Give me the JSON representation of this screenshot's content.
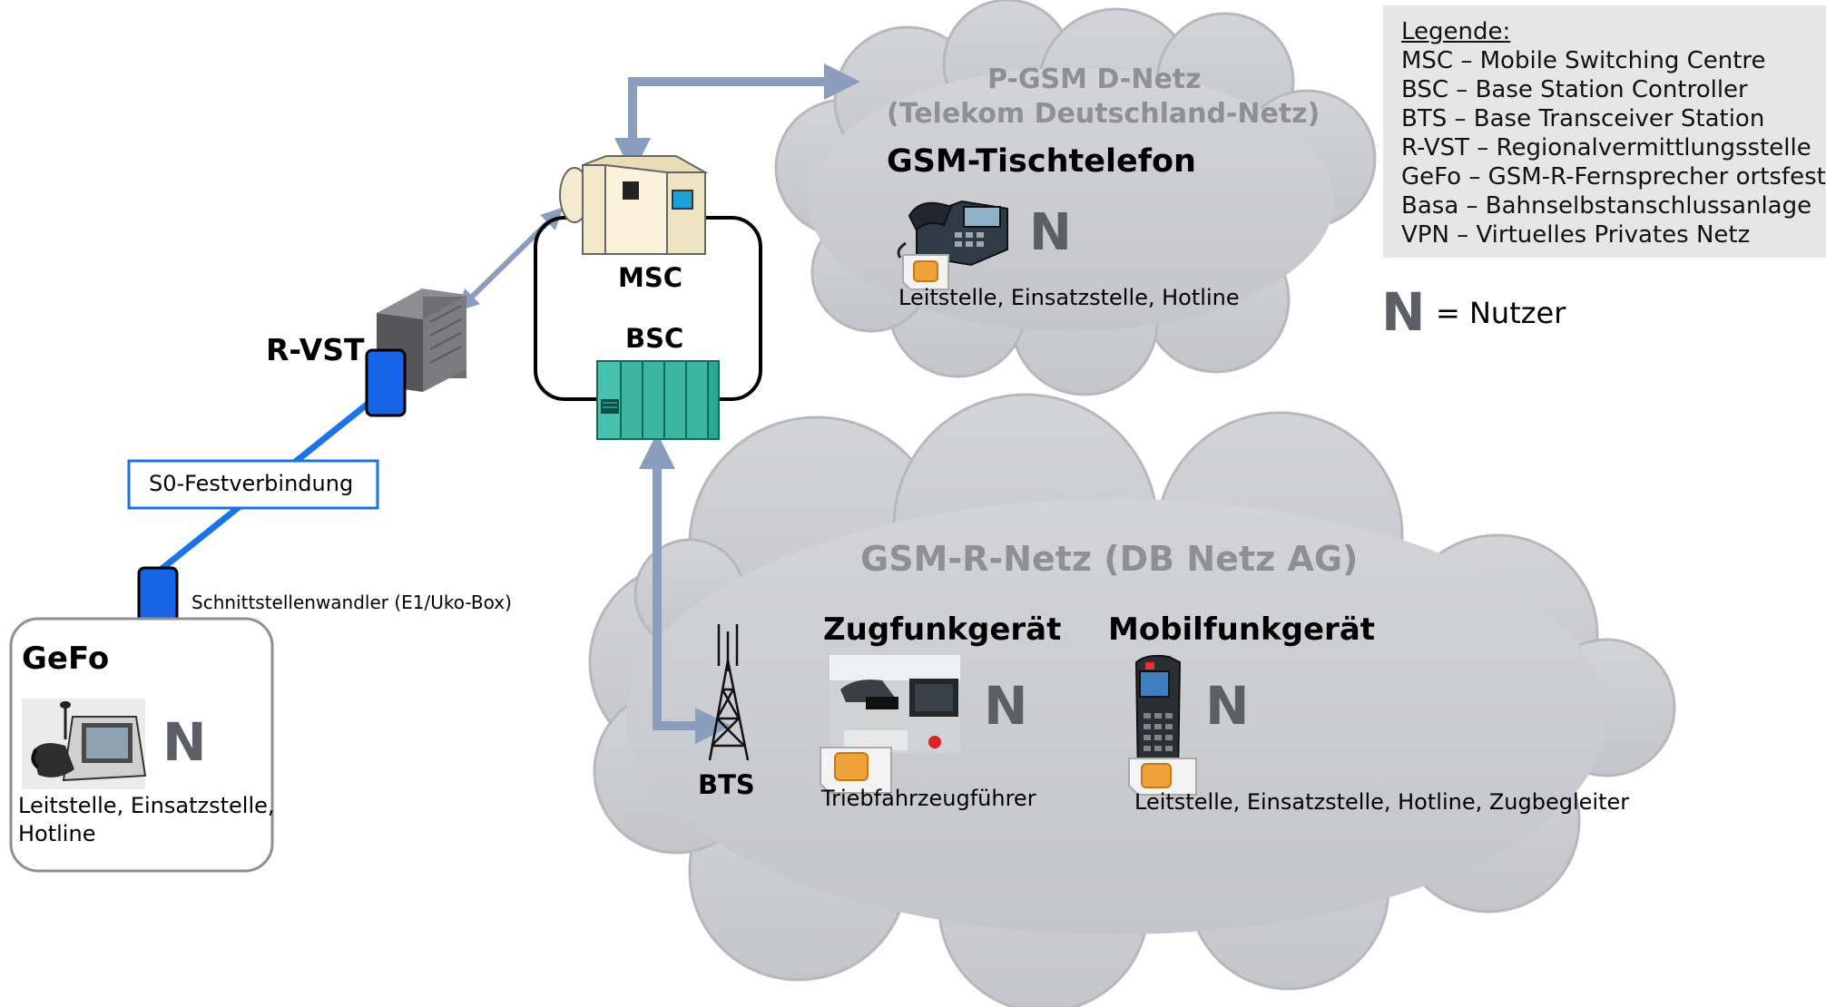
{
  "legend": {
    "heading": "Legende:",
    "items": [
      "MSC – Mobile Switching Centre",
      "BSC – Base Station Controller",
      "BTS – Base Transceiver Station",
      "R-VST – Regionalvermittlungsstelle",
      "GeFo – GSM-R-Fernsprecher ortsfest",
      "Basa – Bahnselbstanschlussanlage",
      "VPN – Virtuelles Privates Netz"
    ],
    "user_symbol": "N",
    "user_meaning": "= Nutzer"
  },
  "pgsm": {
    "title_line1": "P-GSM D-Netz",
    "title_line2": "(Telekom Deutschland-Netz)",
    "device_title": "GSM-Tischtelefon",
    "user_symbol": "N",
    "users": "Leitstelle, Einsatzstelle, Hotline"
  },
  "core": {
    "msc_label": "MSC",
    "bsc_label": "BSC",
    "rvst_label": "R-VST",
    "link_label": "S0-Festverbindung",
    "converter_label": "Schnittstellenwandler (E1/Uko-Box)"
  },
  "gefo": {
    "title": "GeFo",
    "user_symbol": "N",
    "users_line1": "Leitstelle, Einsatzstelle,",
    "users_line2": "Hotline"
  },
  "gsmr": {
    "title": "GSM-R-Netz (DB Netz AG)",
    "bts_label": "BTS",
    "train_radio_title": "Zugfunkgerät",
    "train_radio_symbol": "N",
    "train_radio_users": "Triebfahrzeugführer",
    "mobile_title": "Mobilfunkgerät",
    "mobile_symbol": "N",
    "mobile_users": "Leitstelle, Einsatzstelle, Hotline, Zugbegleiter"
  },
  "colors": {
    "cloud_fill": "#c8c9ce",
    "cloud_stroke": "#b7b8bd",
    "arrow": "#8b9dbd",
    "link_blue": "#1a73e8",
    "converter_blue": "#1565e6",
    "cloud_title": "#8e9095",
    "user_n": "#5d5f66",
    "bsc_green": "#2ea893",
    "legend_bg": "#e6e6e6"
  }
}
